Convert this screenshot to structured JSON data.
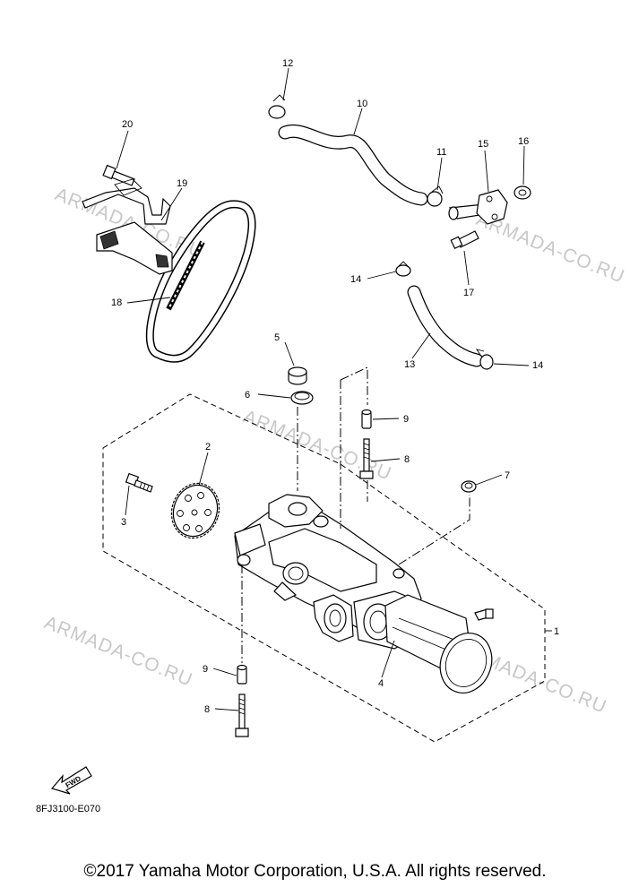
{
  "watermarks": [
    {
      "text": "ARMADA-CO.RU"
    },
    {
      "text": "ARMADA-CO.RU"
    },
    {
      "text": "ARMADA-CO.RU"
    },
    {
      "text": "ARMADA-CO.RU"
    },
    {
      "text": "ARMADA-CO.RU"
    }
  ],
  "callouts": [
    "1",
    "2",
    "3",
    "4",
    "5",
    "6",
    "7",
    "8",
    "8",
    "9",
    "9",
    "10",
    "11",
    "12",
    "13",
    "14",
    "14",
    "15",
    "16",
    "17",
    "18",
    "19",
    "20"
  ],
  "fwd_label": "FWD",
  "diagram_code": "8FJ3100-E070",
  "copyright": "©2017 Yamaha Motor Corporation, U.S.A. All rights reserved."
}
